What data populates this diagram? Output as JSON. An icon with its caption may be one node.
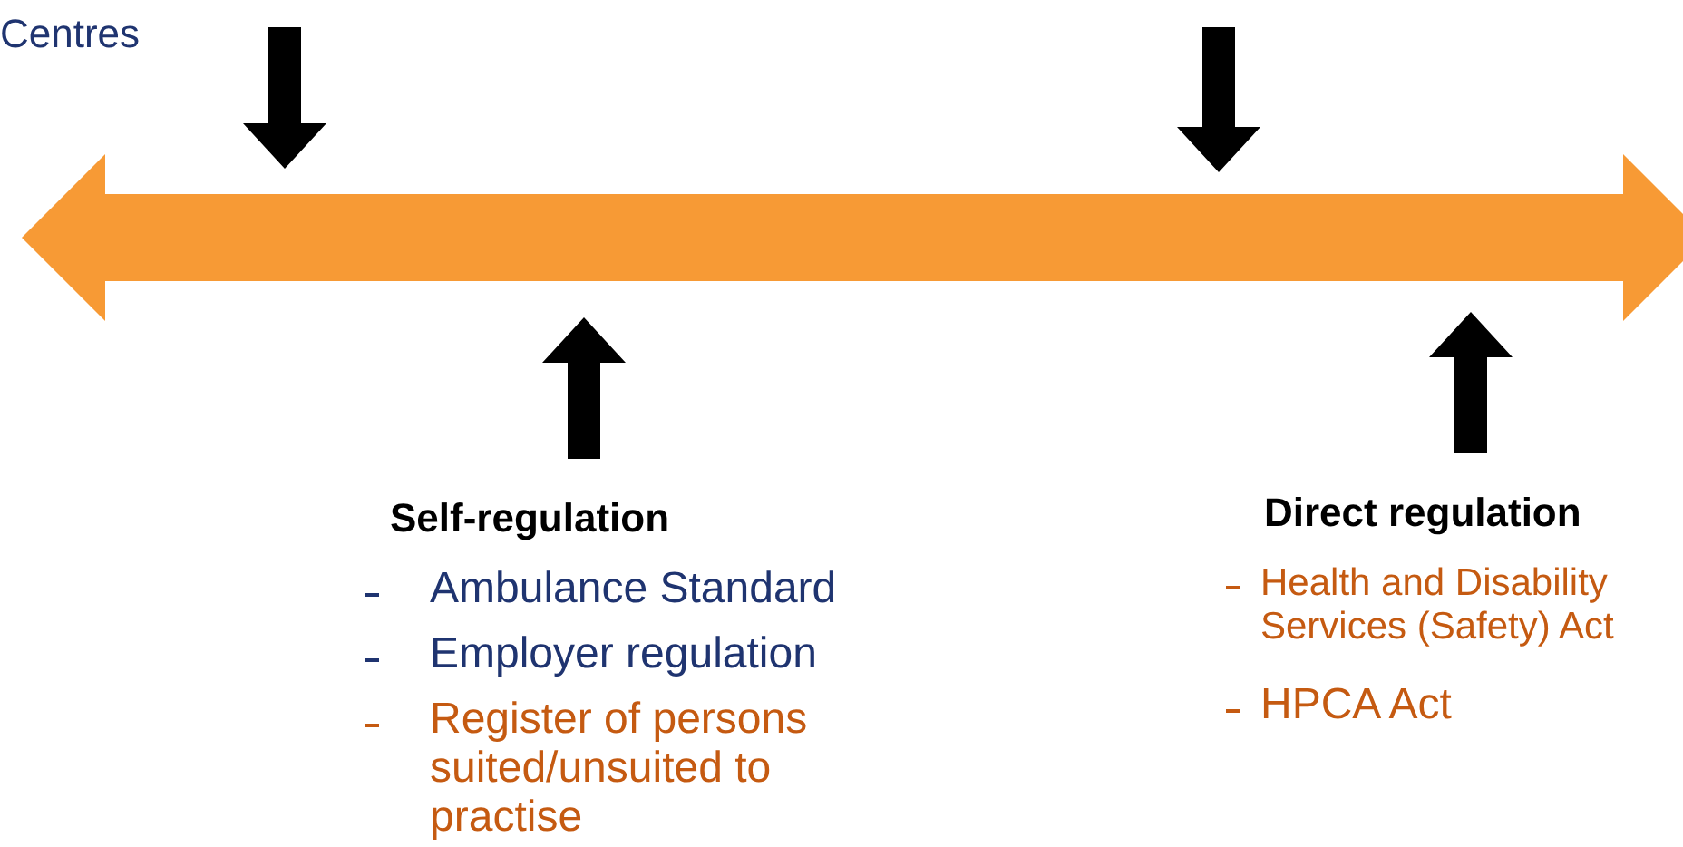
{
  "diagram": {
    "labels": [
      "Centres",
      "Self-regulation",
      "Ambulance Standard",
      "Employer regulation",
      "Register of persons suited/unsuited to practise",
      "Direct regulation",
      "Health and Disability Services (Safety) Act",
      "HPCA Act"
    ]
  }
}
